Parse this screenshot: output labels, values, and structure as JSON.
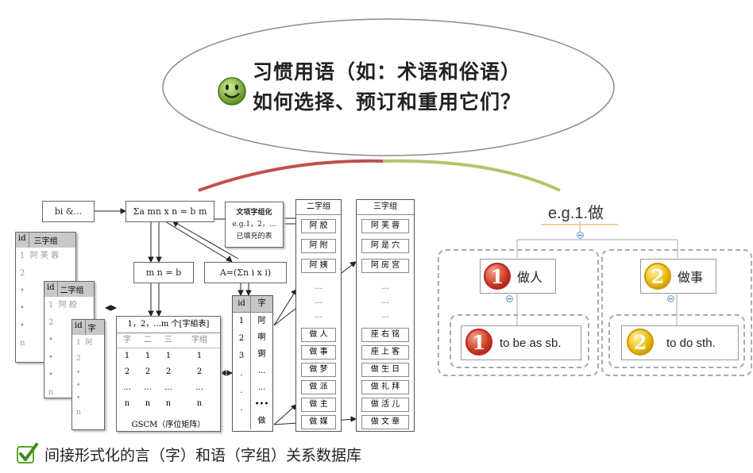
{
  "bubble": {
    "line1": "习惯用语（如：术语和俗语）",
    "line2": "如何选择、预订和重用它们？"
  },
  "left": {
    "bi_box": "bi &...",
    "eq1": "Σa mn x n = b m",
    "note": [
      "文项字组化",
      "e.g.1，2，...",
      "已填充的表"
    ],
    "mn_box": "m n = b",
    "a_box": "A=(Σn i x i)",
    "gscm_header": "1，2，...m 个[字組表]",
    "gscm_cols": [
      "字",
      "二",
      "三",
      "字组"
    ],
    "gscm_rows": [
      [
        "1",
        "1",
        "1",
        "1"
      ],
      [
        "2",
        "2",
        "2",
        "2"
      ],
      [
        "...",
        "...",
        "...",
        "..."
      ],
      [
        "n",
        "n",
        "n",
        "n"
      ]
    ],
    "gscm_caption": "GSCM（序位矩阵）",
    "table1_cols": [
      "id",
      "三字组"
    ],
    "table1_first": "阿 芙 蓉",
    "table1_ids": [
      "1",
      "2",
      "•",
      "•",
      "•",
      "n"
    ],
    "table2_cols": [
      "id",
      "二字组"
    ],
    "table2_first": "阿 胶",
    "table2_ids": [
      "1",
      "2",
      "•",
      "•",
      "•",
      "n"
    ],
    "table3_cols": [
      "id",
      "字"
    ],
    "table3_first": "阿",
    "table3_ids": [
      "1",
      "2",
      "•",
      "•",
      "•",
      "n"
    ],
    "idcol_head": [
      "id",
      "字"
    ],
    "idcol_ids": [
      "1",
      "2",
      "3",
      ".",
      ".",
      "."
    ],
    "idcol_chars": [
      "阿",
      "啊",
      "锕",
      "...",
      "...",
      "•••",
      "做"
    ],
    "col2_title": "二字组",
    "col2_top": [
      "阿 胶",
      "阿 附",
      "阿 姨"
    ],
    "col2_ell": [
      "...",
      "...",
      "..."
    ],
    "col2_bottom": [
      "做 人",
      "做 事",
      "做 梦",
      "做 派",
      "做 主",
      "做 媒"
    ],
    "col3_title": "三字组",
    "col3_top": [
      "阿 芙 蓉",
      "阿 是 穴",
      "阿 房 宫"
    ],
    "col3_ell": [
      "...",
      "...",
      "..."
    ],
    "col3_bottom": [
      "座 右 铭",
      "座 上 客",
      "做 生 日",
      "做 礼 拜",
      "做 活 儿",
      "做 文 章"
    ]
  },
  "caption": "间接形式化的言（字）和语（字组）关系数据库",
  "right": {
    "title": "e.g.1.做",
    "branch1": {
      "num": "1",
      "label": "做人",
      "child": "to be as sb."
    },
    "branch2": {
      "num": "2",
      "label": "做事",
      "child": "to do sth."
    }
  },
  "colors": {
    "arc_left": "#c0504d",
    "arc_right": "#9bbb59",
    "check": "#5aa82f"
  }
}
